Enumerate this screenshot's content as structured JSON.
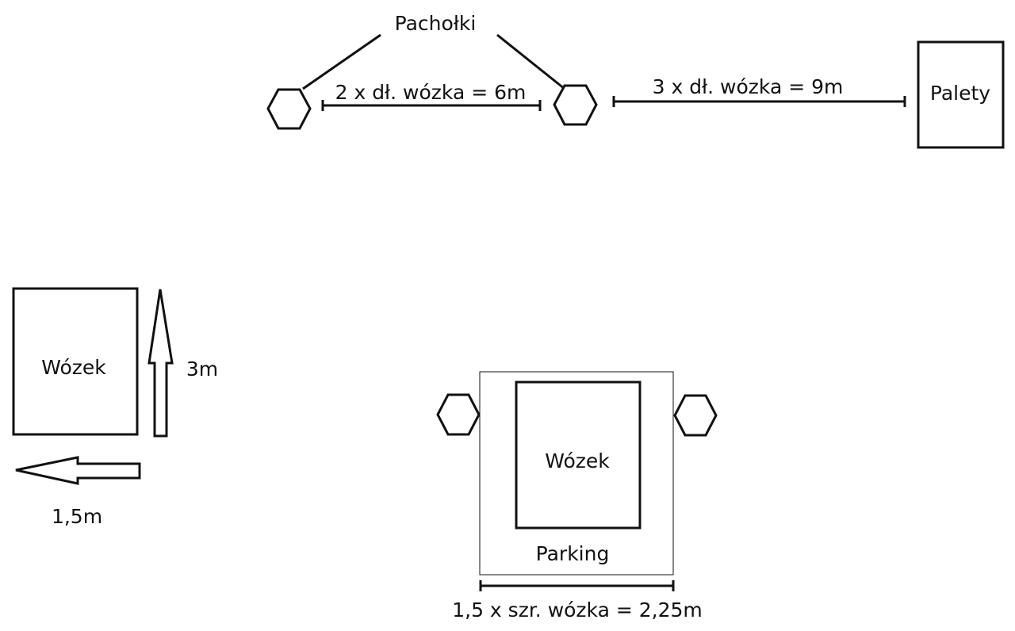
{
  "labels": {
    "cones": "Pachołki",
    "dist_cones": "2 x dł. wózka = 6m",
    "dist_pallets": "3 x dł. wózka = 9m",
    "pallets": "Palety",
    "cart_left": "Wózek",
    "move_forward": "3m",
    "move_left": "1,5m",
    "cart_parking": "Wózek",
    "parking": "Parking",
    "parking_width": "1,5 x szr. wózka = 2,25m"
  },
  "colors": {
    "stroke": "#111111",
    "background": "#ffffff"
  }
}
